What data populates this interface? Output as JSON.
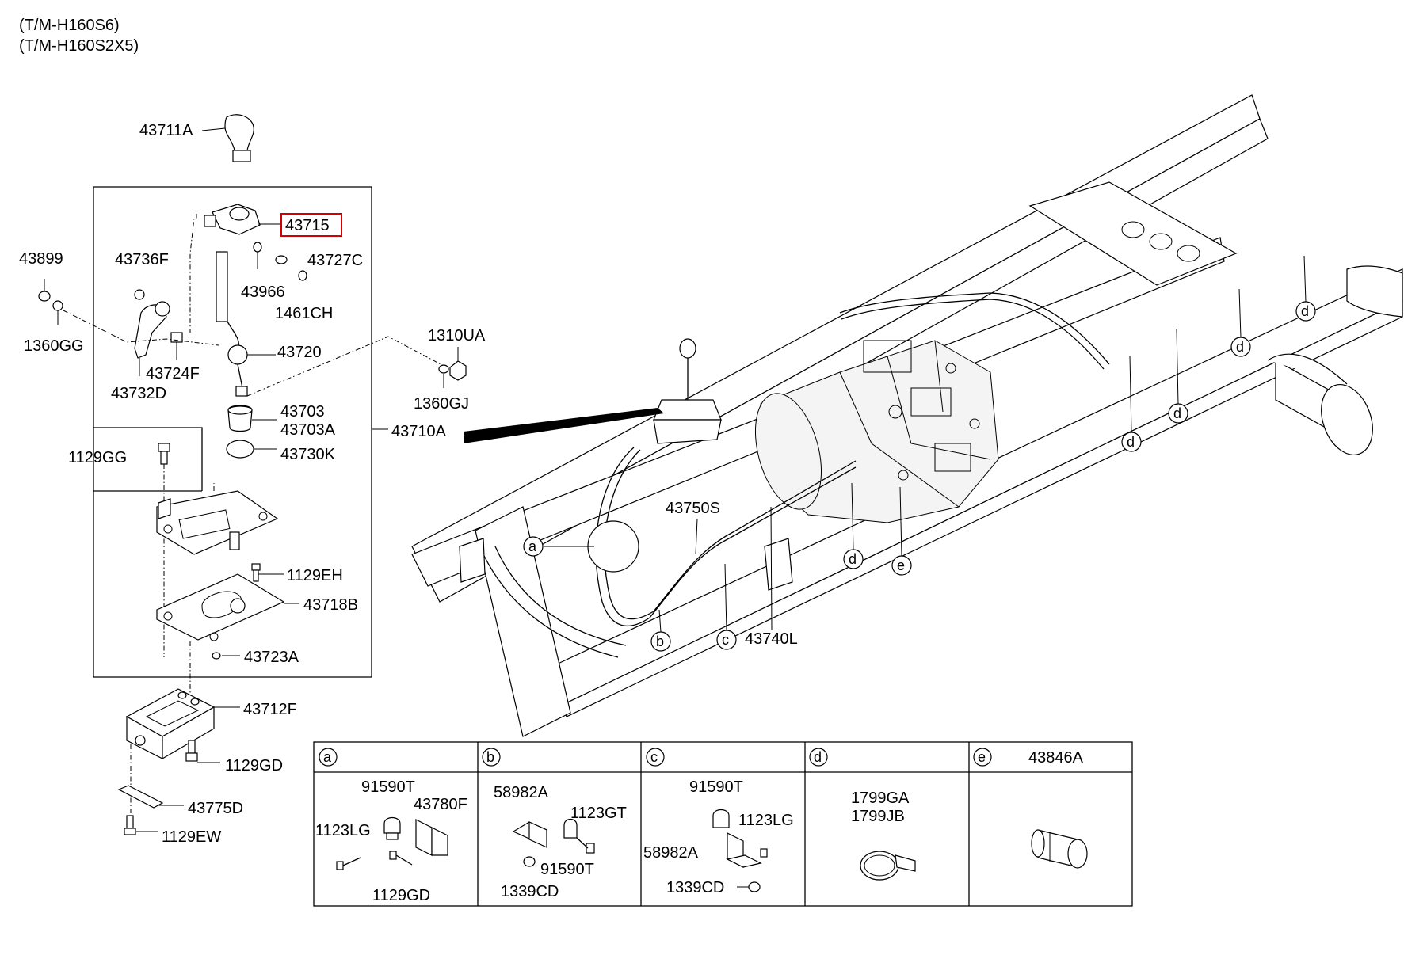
{
  "header": {
    "model_line_1": "(T/M-H160S6)",
    "model_line_2": "(T/M-H160S2X5)"
  },
  "highlighted_part": "43715",
  "highlight_color": "#d40000",
  "callouts": {
    "p43711A": "43711A",
    "p43715": "43715",
    "p43727C": "43727C",
    "p43966": "43966",
    "p1461CH": "1461CH",
    "p43899": "43899",
    "p43736F": "43736F",
    "p1360GG": "1360GG",
    "p43720": "43720",
    "p43724F": "43724F",
    "p43732D": "43732D",
    "p1310UA": "1310UA",
    "p1360GJ": "1360GJ",
    "p43703": "43703",
    "p43703A": "43703A",
    "p43710A": "43710A",
    "p43730K": "43730K",
    "p1129GG": "1129GG",
    "p1129EH": "1129EH",
    "p43718B": "43718B",
    "p43723A": "43723A",
    "p43712F": "43712F",
    "p1129GD": "1129GD",
    "p43775D": "43775D",
    "p1129EW": "1129EW",
    "p43750S": "43750S",
    "p43740L": "43740L"
  },
  "ref_markers": {
    "a": "a",
    "b": "b",
    "c": "c",
    "d": "d",
    "e": "e"
  },
  "detail_table": {
    "col_a": {
      "letter": "a",
      "header_part": "",
      "parts": [
        "91590T",
        "43780F",
        "1123LG",
        "1129GD"
      ]
    },
    "col_b": {
      "letter": "b",
      "header_part": "",
      "parts": [
        "58982A",
        "1123GT",
        "91590T",
        "1339CD"
      ]
    },
    "col_c": {
      "letter": "c",
      "header_part": "",
      "parts": [
        "91590T",
        "1123LG",
        "58982A",
        "1339CD"
      ]
    },
    "col_d": {
      "letter": "d",
      "header_part": "",
      "parts": [
        "1799GA",
        "1799JB"
      ]
    },
    "col_e": {
      "letter": "e",
      "header_part": "43846A",
      "parts": []
    }
  }
}
